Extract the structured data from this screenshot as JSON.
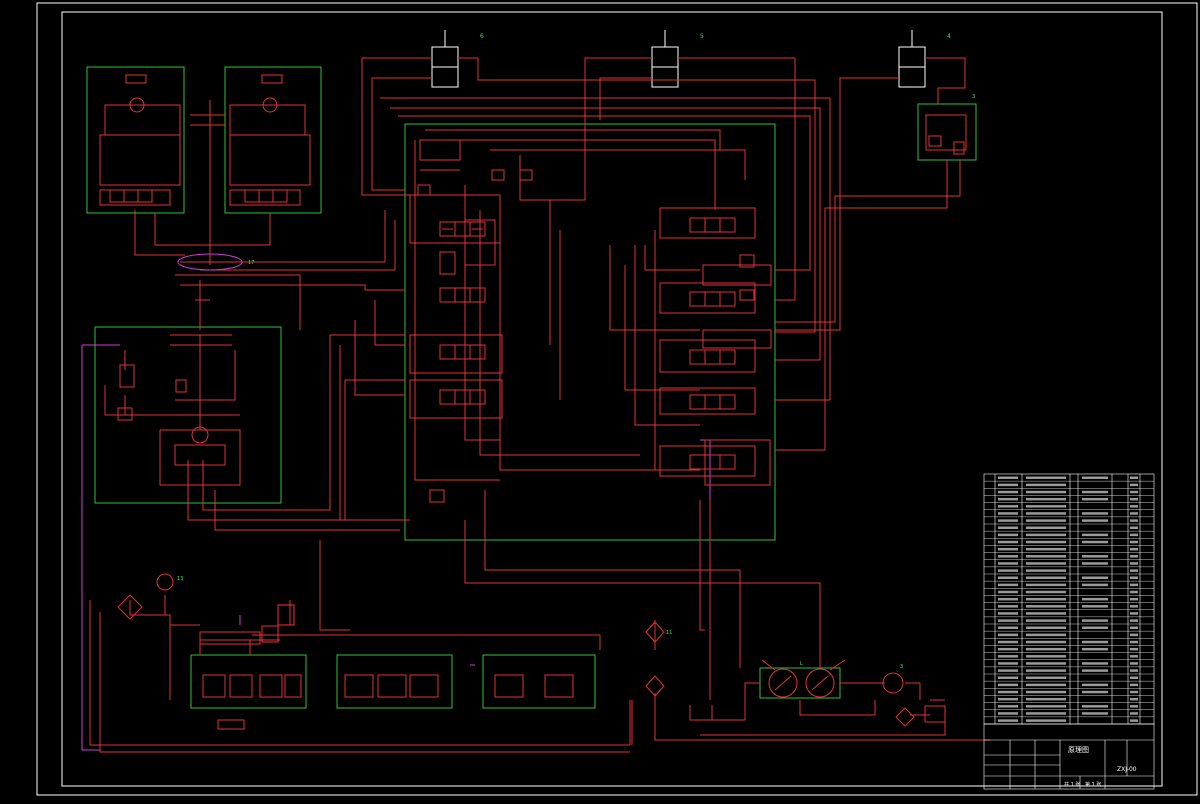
{
  "colors": {
    "background": "#000000",
    "pipe": "#e0323a",
    "frame": "#ffffff",
    "group": "#2fbf3a",
    "aux": "#d23cd8",
    "label_green": "#3cf03c",
    "label_red": "#ff3030"
  },
  "components": {
    "cyl_a_num": "6",
    "cyl_b_num": "5",
    "cyl_c_num": "4",
    "valve_right_num": "3",
    "bus_label": "17",
    "pump_group_label": "L",
    "motor_label": "3",
    "filter_label": "11",
    "accumulator_label": "13"
  },
  "title_block": {
    "drawing_title": "原理图",
    "drawing_no": "ZXJ-00",
    "sheet_label": "共 1 张",
    "sheet_index": "第 1 张"
  }
}
